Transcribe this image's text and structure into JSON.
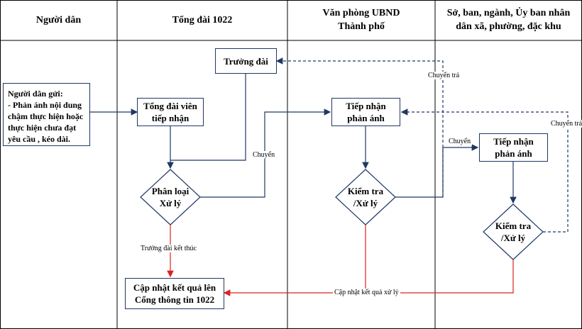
{
  "lanes": [
    {
      "title": "Người dân"
    },
    {
      "title": "Tổng đài 1022"
    },
    {
      "title": "Văn phòng UBND\nThành phố"
    },
    {
      "title": "Sở, ban, ngành, Ủy ban nhân\ndân xã, phường, đặc khu"
    }
  ],
  "nodes": {
    "citizen": "Người dân gửi:\n- Phản ánh nội dung\nchậm thực hiện hoặc\nthực hiện chưa đạt\nyêu cầu , kéo dài.",
    "operator": "Tổng đài viên\ntiếp nhận",
    "head": "Trưởng đài",
    "classify": "Phân loại\nXử lý",
    "update": "Cập nhật kết quả lên\nCổng thông tin 1022",
    "office_receive": "Tiếp nhận\nphản ánh",
    "office_check": "Kiểm tra\n/Xử lý",
    "dept_receive": "Tiếp nhận\nphản ánh",
    "dept_check": "Kiểm tra\n/Xử lý"
  },
  "edge_labels": {
    "transfer": "Chuyển",
    "return_top": "Chuyển trả",
    "transfer_dept": "Chuyển",
    "return_right": "Chuyển trả",
    "head_end": "Trưởng đài kết thúc",
    "update_result": "Cập nhật kết quả xử lý"
  },
  "colors": {
    "navy": "#1f3864",
    "red": "#e02020",
    "border": "#000000"
  }
}
